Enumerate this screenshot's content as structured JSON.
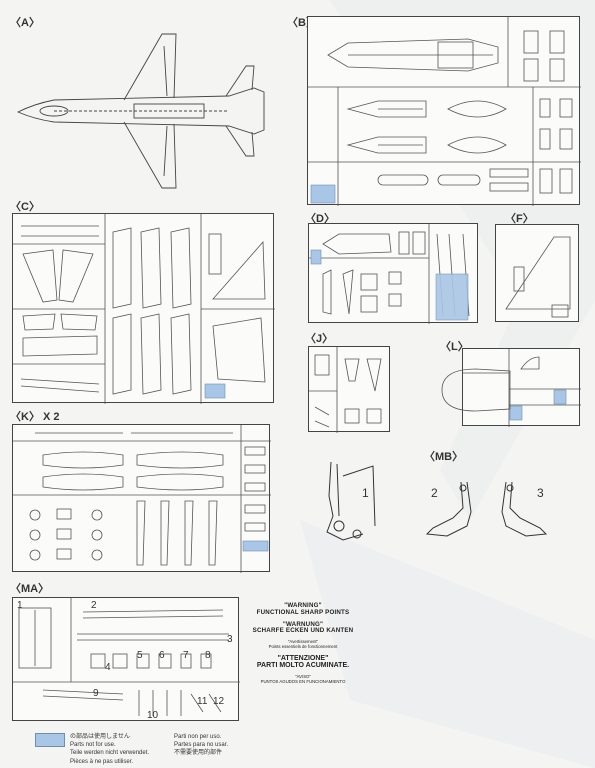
{
  "labels": {
    "A": "〈A〉",
    "B": "〈B〉",
    "C": "〈C〉",
    "D": "〈D〉",
    "F": "〈F〉",
    "J": "〈J〉",
    "L": "〈L〉",
    "K": "〈K〉 X 2",
    "MB": "〈MB〉",
    "MA": "〈MA〉"
  },
  "gear_numbers": {
    "one": "1",
    "two": "2",
    "three": "3"
  },
  "ma_numbers": [
    "1",
    "2",
    "3",
    "4",
    "5",
    "6",
    "7",
    "8",
    "9",
    "10",
    "11",
    "12"
  ],
  "warning": {
    "en_title": "\"WARNING\"",
    "en_text": "FUNCTIONAL SHARP POINTS",
    "de_title": "\"WARNUNG\"",
    "de_text": "SCHARFE ECKEN UND KANTEN",
    "fr_title": "\"Avertissement\"",
    "fr_text": "Points essentiels de fonctionnement",
    "it_title": "\"ATTENZIONE\"",
    "it_text": "PARTI MOLTO ACUMINATE.",
    "es_title": "\"AVISO\"",
    "es_text": "PUNTOS AGUDOS EN FUNCIONAMIENTO"
  },
  "legend": {
    "col1": [
      "の部品は使用しません",
      "Parts not for use.",
      "Teile werden nicht verwendet.",
      "Pièces à ne pas utiliser."
    ],
    "col2": [
      "Parti non per uso.",
      "Partes para no usar.",
      "不需要使用的部件"
    ]
  },
  "colors": {
    "not_for_use": "#a9c6e6",
    "line": "#444444"
  }
}
